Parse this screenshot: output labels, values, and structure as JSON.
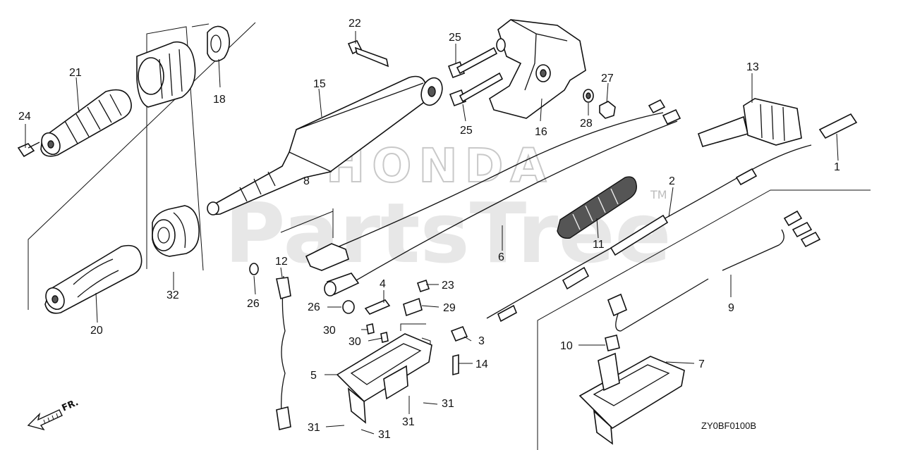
{
  "diagram": {
    "diagram_code": "ZY0BF0100B",
    "watermark_brand": "HONDA",
    "watermark_site": "PartsTree",
    "watermark_tm": "TM",
    "direction_indicator": "FR.",
    "callouts": [
      {
        "n": "1"
      },
      {
        "n": "2"
      },
      {
        "n": "3"
      },
      {
        "n": "4"
      },
      {
        "n": "5"
      },
      {
        "n": "6"
      },
      {
        "n": "7"
      },
      {
        "n": "8"
      },
      {
        "n": "9"
      },
      {
        "n": "10"
      },
      {
        "n": "11"
      },
      {
        "n": "12"
      },
      {
        "n": "13"
      },
      {
        "n": "14"
      },
      {
        "n": "15"
      },
      {
        "n": "16"
      },
      {
        "n": "18"
      },
      {
        "n": "20"
      },
      {
        "n": "21"
      },
      {
        "n": "22"
      },
      {
        "n": "23"
      },
      {
        "n": "24"
      },
      {
        "n": "25"
      },
      {
        "n": "25"
      },
      {
        "n": "26"
      },
      {
        "n": "26"
      },
      {
        "n": "27"
      },
      {
        "n": "28"
      },
      {
        "n": "29"
      },
      {
        "n": "30"
      },
      {
        "n": "30"
      },
      {
        "n": "31"
      },
      {
        "n": "31"
      },
      {
        "n": "31"
      },
      {
        "n": "31"
      },
      {
        "n": "32"
      }
    ]
  }
}
